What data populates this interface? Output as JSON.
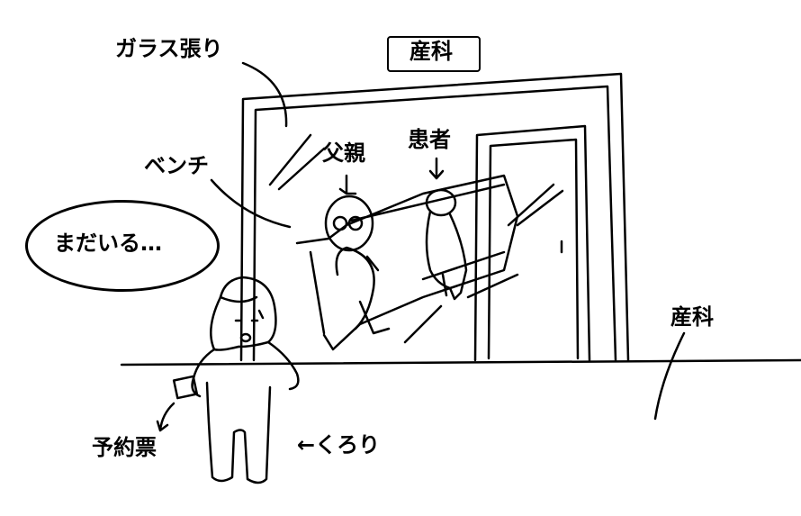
{
  "labels": {
    "glass_wall": "ガラス張り",
    "sign": "産科",
    "bench": "ベンチ",
    "father": "父親",
    "patient": "患者",
    "speech": "まだいる…",
    "ward": "産科",
    "ticket": "予約票",
    "kurori": "←くろり"
  },
  "colors": {
    "ink": "#000000",
    "paper": "#ffffff"
  }
}
